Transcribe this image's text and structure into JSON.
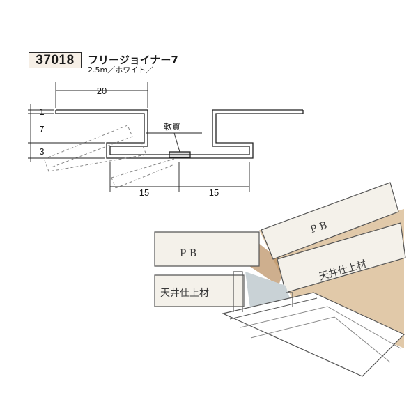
{
  "product": {
    "code": "37018",
    "name": "フリージョイナー7",
    "spec": "2.5m／ホワイト／"
  },
  "profile_diagram": {
    "dim_top_width": "20",
    "dim_flange": "1",
    "dim_height": "7",
    "dim_base": "3",
    "dim_left_half": "15",
    "dim_right_half": "15",
    "soft_part_label": "軟質"
  },
  "illustration": {
    "board_left_label": "P B",
    "board_right_label": "P B",
    "finish_left_label": "天井仕上材",
    "finish_right_label": "天井仕上材"
  },
  "colors": {
    "badge_bg": "#f6efe6",
    "wall": "#dcbf9a",
    "board": "#f4f1ea",
    "joint_shadow": "#c9d2d6"
  }
}
